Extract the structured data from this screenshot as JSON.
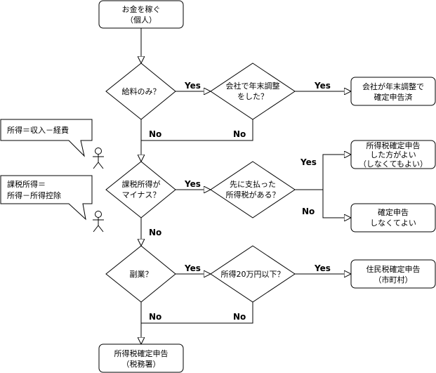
{
  "nodes": {
    "start": [
      "お金を稼ぐ",
      "（個人）"
    ],
    "q_salary_only": [
      "給料のみ？"
    ],
    "q_year_end": [
      "会社で年末調整",
      "をした？"
    ],
    "r_company": [
      "会社が年末調整で",
      "確定申告済"
    ],
    "q_taxable_negative": [
      "課税所得が",
      "マイナス？"
    ],
    "q_prepaid_tax": [
      "先に支払った",
      "所得税がある？"
    ],
    "r_better_file": [
      "所得税確定申告",
      "した方がよい",
      "（しなくてもよい）"
    ],
    "r_no_need": [
      "確定申告",
      "しなくてよい"
    ],
    "q_side_job": [
      "副業？"
    ],
    "q_under_200k": [
      "所得20万円以下？"
    ],
    "r_resident_tax": [
      "住民税確定申告",
      "（市町村）"
    ],
    "r_income_tax": [
      "所得税確定申告",
      "（税務署）"
    ]
  },
  "notes": {
    "income": [
      "所得＝収入－経費"
    ],
    "taxable_income": [
      "課税所得＝",
      "所得－所得控除"
    ]
  },
  "labels": {
    "yes": "Yes",
    "no": "No"
  }
}
